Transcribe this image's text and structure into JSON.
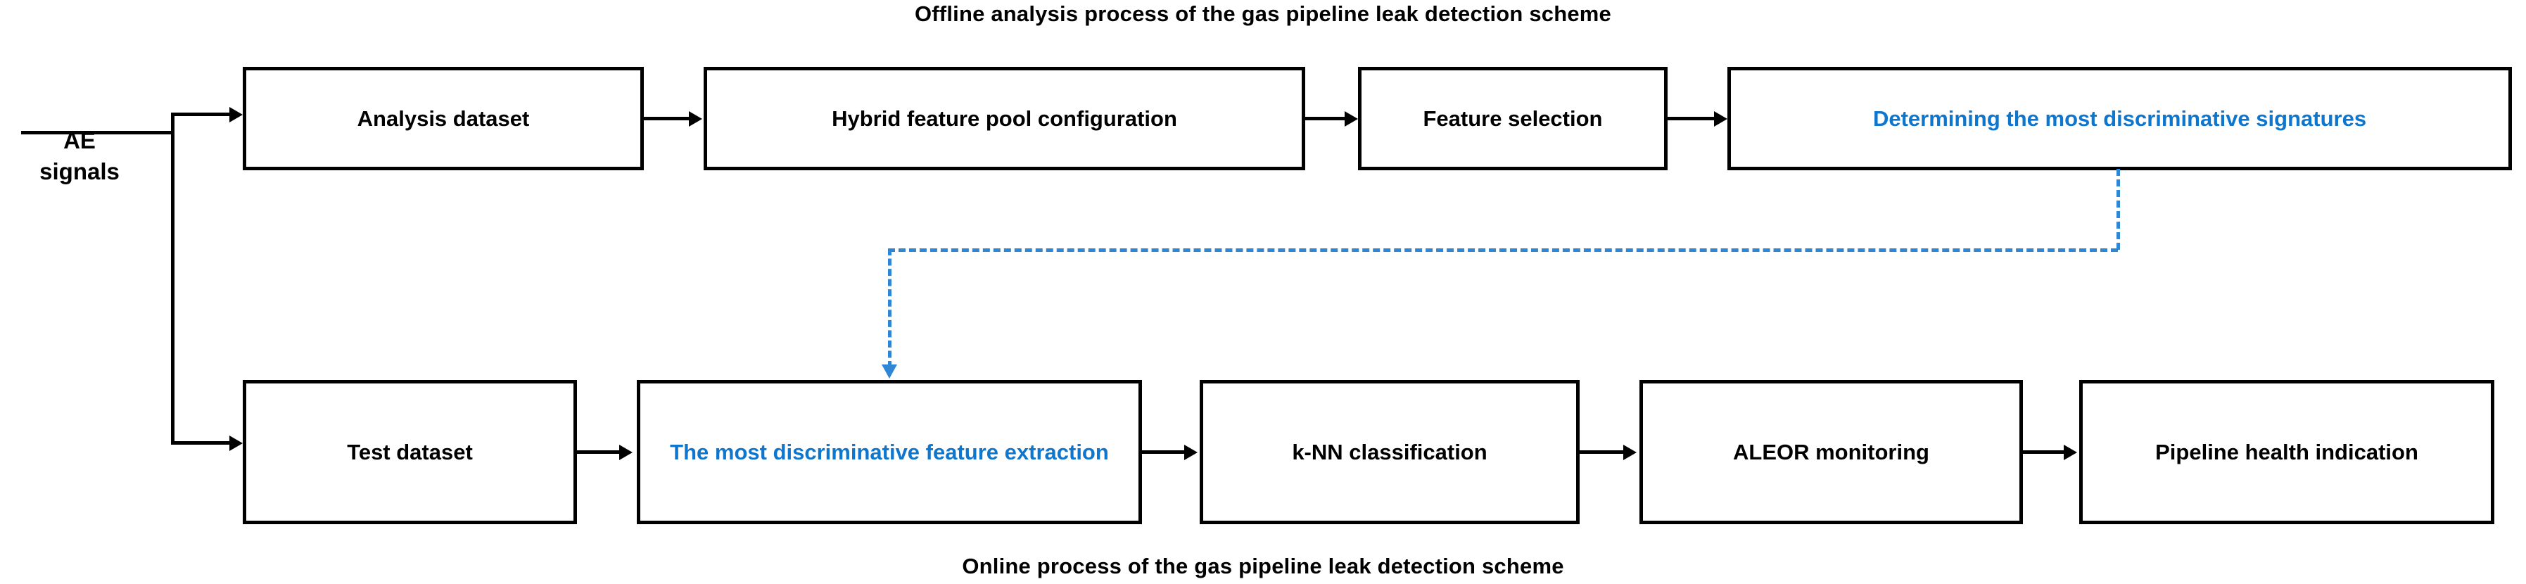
{
  "diagram": {
    "title_top": "Offline analysis process of the gas pipeline leak detection scheme",
    "title_bottom": "Online process of the gas pipeline leak detection scheme",
    "source_label": "AE\nsignals",
    "source_label_line1": "AE",
    "source_label_line2": "signals",
    "accent_color": "#0F76CE",
    "line_color": "#000000",
    "dashed_color": "#2E86D4",
    "background": "#ffffff"
  },
  "offline_row": {
    "name": "Offline analysis process",
    "nodes": [
      {
        "id": "analysis-dataset",
        "label": "Analysis dataset",
        "accent": false
      },
      {
        "id": "hybrid-feature-pool",
        "label": "Hybrid feature pool configuration",
        "accent": false
      },
      {
        "id": "feature-selection",
        "label": "Feature selection",
        "accent": false
      },
      {
        "id": "discriminative-signatures",
        "label": "Determining the most discriminative signatures",
        "accent": true
      }
    ]
  },
  "online_row": {
    "name": "Online process",
    "nodes": [
      {
        "id": "test-dataset",
        "label": "Test dataset",
        "accent": false
      },
      {
        "id": "feature-extraction",
        "label": "The most discriminative feature extraction",
        "accent": true
      },
      {
        "id": "knn-classification",
        "label": "k-NN classification",
        "accent": false
      },
      {
        "id": "aleor-monitoring",
        "label": "ALEOR monitoring",
        "accent": false
      },
      {
        "id": "pipeline-health",
        "label": "Pipeline health indication",
        "accent": false
      }
    ]
  },
  "connectors": {
    "split_from_source": "AE signals branch to Analysis dataset and Test dataset",
    "feedback": "Dashed feedback from Determining the most discriminative signatures to The most discriminative feature extraction"
  }
}
